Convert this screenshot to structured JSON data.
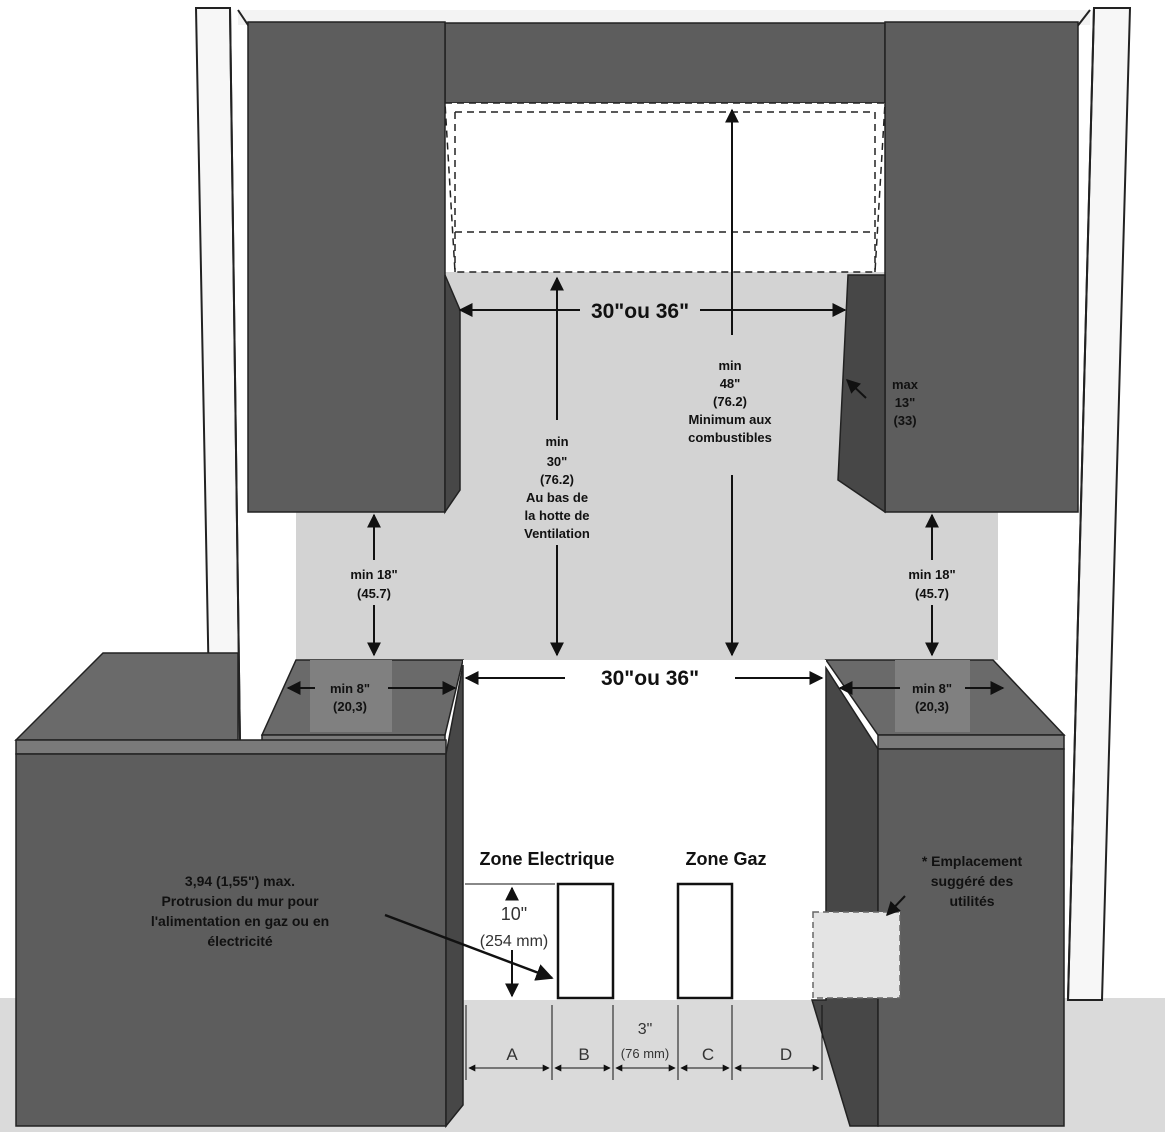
{
  "colors": {
    "cabinet": "#5d5d5d",
    "cabinet_dark": "#474747",
    "backsplash": "#d3d3d3",
    "countertop": "#6a6a6a",
    "floor": "#dadada",
    "utility_box": "#e4e4e4",
    "outline": "#111111"
  },
  "dims": {
    "hood_width": "30\"ou 36\"",
    "range_width": "30\"ou 36\"",
    "hood_clearance": [
      "min",
      "30\"",
      "(76.2)",
      "Au bas de",
      "la hotte de",
      "Ventilation"
    ],
    "combustibles_clearance": [
      "min",
      "48\"",
      "(76.2)",
      "Minimum aux",
      "combustibles"
    ],
    "cabinet_depth": [
      "max",
      "13\"",
      "(33)"
    ],
    "left_wall_gap": [
      "min 18\"",
      "(45.7)"
    ],
    "right_wall_gap": [
      "min 18\"",
      "(45.7)"
    ],
    "left_side_gap": [
      "min 8\"",
      "(20,3)"
    ],
    "right_side_gap": [
      "min 8\"",
      "(20,3)"
    ]
  },
  "zones": {
    "electric": "Zone Electrique",
    "gas": "Zone Gaz",
    "zone_height": [
      "10\"",
      "(254 mm)"
    ],
    "spacing": [
      "3\"",
      "(76 mm)"
    ],
    "segments": [
      "A",
      "B",
      "C",
      "D"
    ]
  },
  "notes": {
    "protrusion": [
      "3,94 (1,55\") max.",
      "Protrusion du mur pour",
      "l'alimentation en gaz ou en",
      "électricité"
    ],
    "utilities": [
      "* Emplacement",
      "suggéré des",
      "utilités"
    ]
  }
}
